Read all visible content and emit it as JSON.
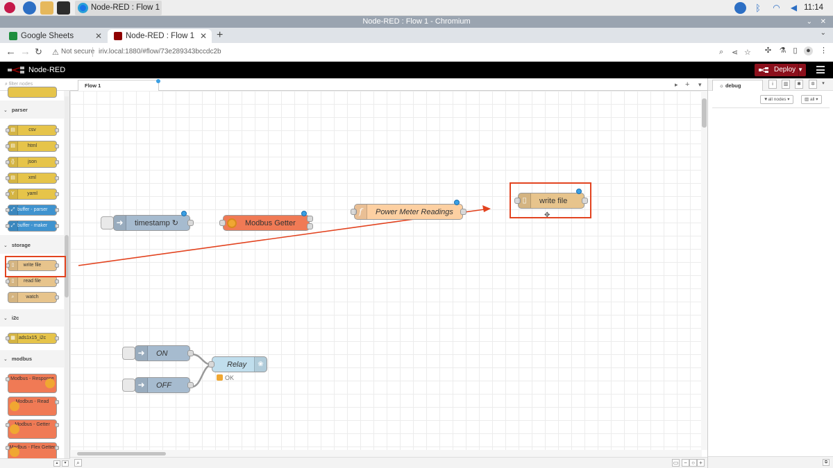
{
  "os": {
    "taskbar_task": "Node-RED : Flow 1 -...",
    "clock": "11:14"
  },
  "window": {
    "title": "Node-RED : Flow 1 - Chromium",
    "min": "⌄",
    "close": "✕"
  },
  "tabs": [
    {
      "label": "Google Sheets",
      "close": "✕"
    },
    {
      "label": "Node-RED : Flow 1",
      "close": "✕"
    }
  ],
  "new_tab": "+",
  "tab_menu": "⌄",
  "address": {
    "not_secure": "Not secure",
    "url": "iriv.local:1880/#flow/73e289343bccdc2b"
  },
  "nodered": {
    "title": "Node-RED",
    "deploy": "Deploy",
    "deploy_arrow": "▼"
  },
  "palette": {
    "filter_placeholder": "filter nodes",
    "categories": {
      "parser": "parser",
      "storage": "storage",
      "i2c": "i2c",
      "modbus": "modbus"
    },
    "parser_nodes": [
      "csv",
      "html",
      "json",
      "xml",
      "yaml",
      "buffer - parser",
      "buffer - maker"
    ],
    "storage_nodes": [
      "write file",
      "read file",
      "watch"
    ],
    "i2c_nodes": [
      "ads1x15_i2c"
    ],
    "modbus_nodes": [
      "Modbus - Response",
      "Modbus - Read",
      "Modbus - Getter",
      "Modbus - Flex Getter"
    ]
  },
  "workspace": {
    "tab": "Flow 1",
    "tab_controls": [
      "▸",
      "+",
      "▾"
    ]
  },
  "flow_nodes": {
    "timestamp": "timestamp ↻",
    "modbus_getter": "Modbus Getter",
    "power_meter": "Power Meter Readings",
    "write_file": "write file",
    "on": "ON",
    "off": "OFF",
    "relay": "Relay",
    "relay_status": "OK"
  },
  "sidebar": {
    "tab": "debug",
    "filter_nodes": "all nodes",
    "filter_all": "all"
  },
  "colors": {
    "inject": "#a6bbcf",
    "modbus": "#f07a55",
    "function": "#fdd0a2",
    "storage": "#e7c48c",
    "parser": "#e6c44a",
    "relay": "#c0deed",
    "annotation": "#e2431f",
    "deploy": "#8c101c"
  },
  "icons": {
    "parser_nodes": [
      "csv-icon",
      "html-icon",
      "json-icon",
      "xml-icon",
      "yaml-icon",
      "buffer-icon",
      "buffer-icon"
    ],
    "storage_nodes": [
      "file-icon",
      "file-icon",
      "search-icon"
    ]
  }
}
